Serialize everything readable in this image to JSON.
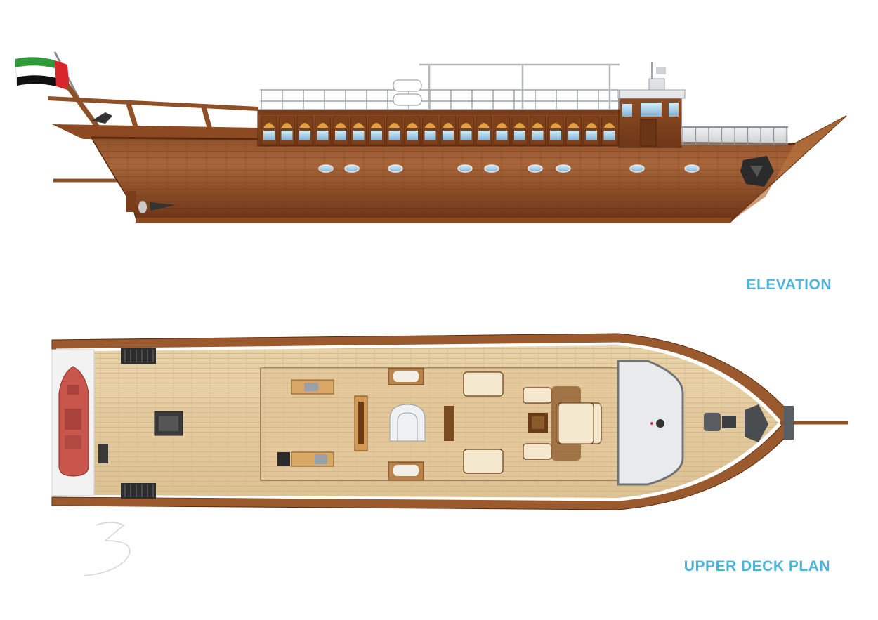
{
  "labels": {
    "elevation": "ELEVATION",
    "upper_deck_plan": "UPPER DECK PLAN"
  },
  "colors": {
    "label": "#4bb4d8",
    "hull_dark": "#6b3416",
    "hull_mid": "#9a5a2e",
    "hull_light": "#b97848",
    "deck": "#e7cfa3",
    "deck_line": "#cdb086",
    "glass": "#a9cfe8",
    "metal": "#b8bcc0",
    "flag_green": "#2f9a3a",
    "flag_red": "#d8262c",
    "flag_black": "#111111",
    "tender": "#c9564c"
  },
  "icons": [
    "uae-flag-icon",
    "anchor-icon",
    "windlass-icon",
    "watermark-logo"
  ]
}
